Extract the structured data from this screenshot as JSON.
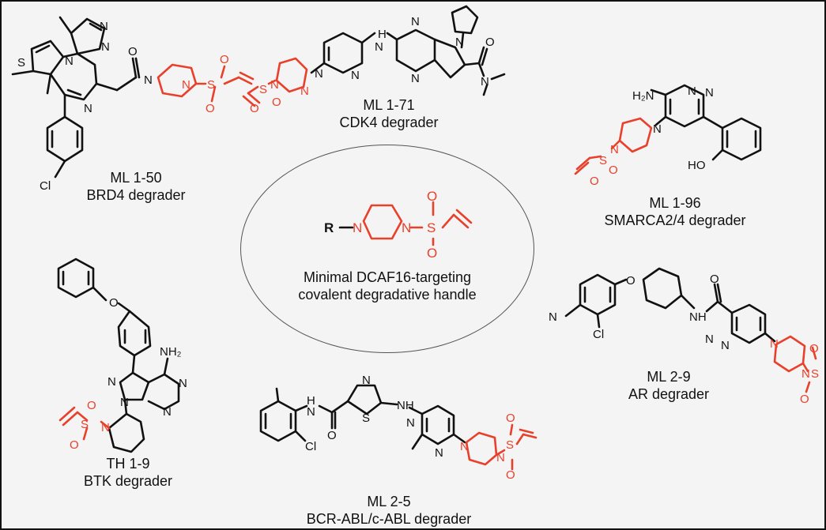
{
  "center": {
    "handle_text_line1": "Minimal DCAF16-targeting",
    "handle_text_line2": "covalent degradative handle",
    "r_group": "R"
  },
  "compounds": [
    {
      "id": "ML 1-50",
      "target": "BRD4 degrader"
    },
    {
      "id": "ML 1-71",
      "target": "CDK4 degrader"
    },
    {
      "id": "ML 1-96",
      "target": "SMARCA2/4 degrader"
    },
    {
      "id": "TH 1-9",
      "target": "BTK degrader"
    },
    {
      "id": "ML 2-9",
      "target": "AR degrader"
    },
    {
      "id": "ML 2-5",
      "target": "BCR-ABL/c-ABL degrader"
    }
  ],
  "atoms": {
    "N": "N",
    "O": "O",
    "S": "S",
    "Cl": "Cl",
    "NH": "NH",
    "H": "H",
    "NH2": "NH₂",
    "H2N": "H₂N",
    "HO": "HO"
  },
  "colors": {
    "handle": "#e8402a",
    "scaffold": "#111111",
    "background": "#f4f4f4"
  }
}
